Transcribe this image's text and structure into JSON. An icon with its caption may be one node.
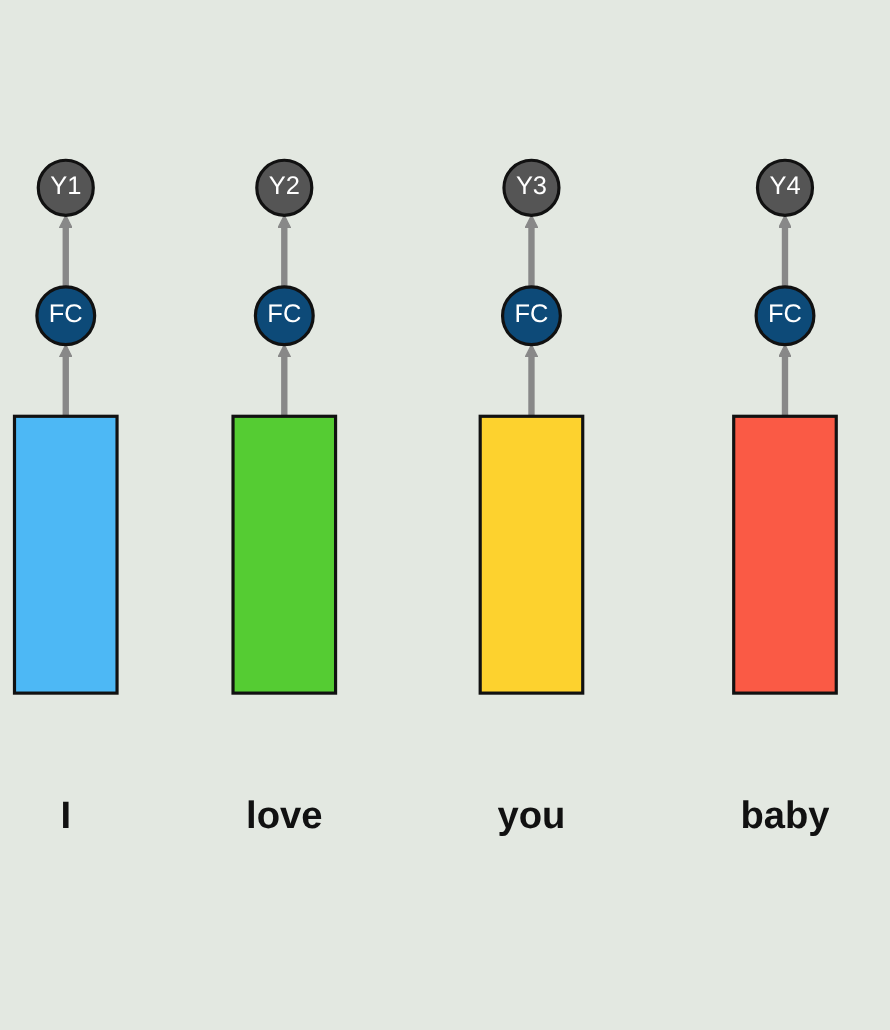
{
  "diagram": {
    "nodes": [
      {
        "text": [
          "Y1"
        ]
      },
      {
        "text": [
          "Y2"
        ]
      },
      {
        "text": [
          "Y3"
        ]
      },
      {
        "text": [
          "Y4"
        ]
      },
      {
        "text": [
          "FC"
        ]
      },
      {
        "text": [
          "FC"
        ]
      },
      {
        "text": [
          "FC"
        ]
      },
      {
        "text": [
          "FC"
        ]
      },
      {
        "text": [],
        "shape": "bar",
        "beside": [
          "I"
        ]
      },
      {
        "text": [],
        "shape": "bar",
        "beside": [
          "love"
        ]
      },
      {
        "text": [],
        "shape": "bar",
        "beside": [
          "you"
        ]
      },
      {
        "text": [],
        "shape": "bar",
        "beside": [
          "baby"
        ]
      }
    ],
    "edges": [
      {
        "from": 8,
        "to": 4,
        "arrow": "to"
      },
      {
        "from": 9,
        "to": 5,
        "arrow": "to"
      },
      {
        "from": 10,
        "to": 6,
        "arrow": "to"
      },
      {
        "from": 11,
        "to": 7,
        "arrow": "to"
      },
      {
        "from": 4,
        "to": 0,
        "arrow": "to"
      },
      {
        "from": 5,
        "to": 1,
        "arrow": "to"
      },
      {
        "from": 6,
        "to": 2,
        "arrow": "to"
      },
      {
        "from": 7,
        "to": 3,
        "arrow": "to"
      }
    ]
  }
}
